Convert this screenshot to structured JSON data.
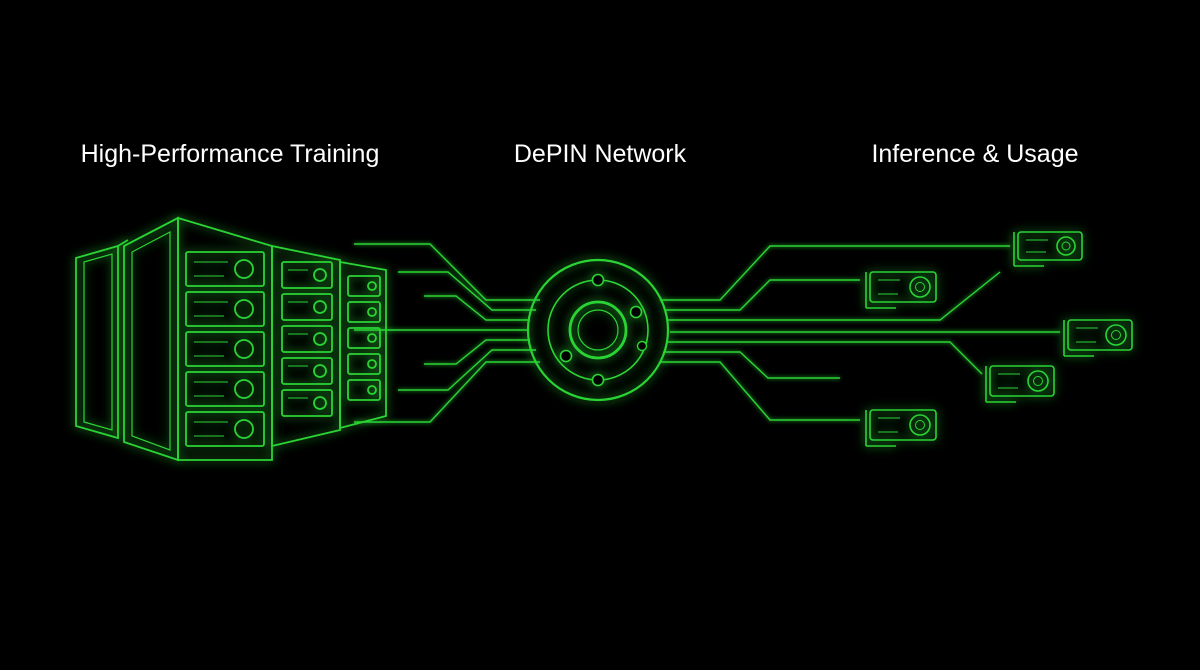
{
  "labels": {
    "training": "High-Performance Training",
    "depin": "DePIN Network",
    "inference": "Inference & Usage"
  },
  "colors": {
    "background": "#000000",
    "text": "#ffffff",
    "accent": "#2bd435",
    "accent_dim": "#1a8f24"
  },
  "icons": {
    "training": "server-rack-icon",
    "network": "network-hub-icon",
    "inference": "gpu-card-icon"
  }
}
